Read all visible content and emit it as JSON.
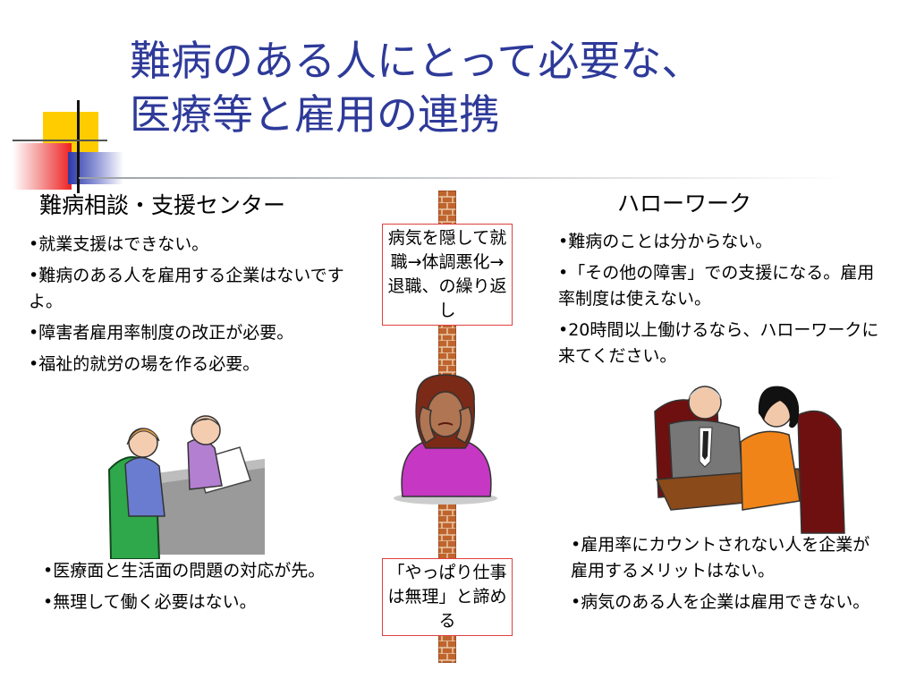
{
  "slide": {
    "title_line1": "難病のある人にとって必要な、",
    "title_line2": "医療等と雇用の連携"
  },
  "left": {
    "heading": "難病相談・支援センター",
    "bullets_top": [
      "•就業支援はできない。",
      "•難病のある人を雇用する企業はないですよ。",
      "•障害者雇用率制度の改正が必要。",
      "•福祉的就労の場を作る必要。"
    ],
    "bullets_bottom": [
      "•医療面と生活面の問題の対応が先。",
      "•無理して働く必要はない。"
    ]
  },
  "center": {
    "box_top": "病気を隠して就職→体調悪化→退職、の繰り返し",
    "box_bottom": "「やっぱり仕事は無理」と諦める"
  },
  "right": {
    "heading": "ハローワーク",
    "bullets_top": [
      "•難病のことは分からない。",
      "•「その他の障害」での支援になる。雇用率制度は使えない。",
      "•20時間以上働けるなら、ハローワークに来てください。"
    ],
    "bullets_bottom": [
      "•雇用率にカウントされない人を企業が雇用するメリットはない。",
      "•病気のある人を企業は雇用できない。"
    ]
  },
  "colors": {
    "title": "#2e3a99",
    "box_border": "#e04040",
    "brick": "#c0642e"
  },
  "icons": [
    "logo-squares",
    "brick-wall",
    "counseling-clipart",
    "worried-woman-clipart",
    "job-interview-clipart"
  ]
}
